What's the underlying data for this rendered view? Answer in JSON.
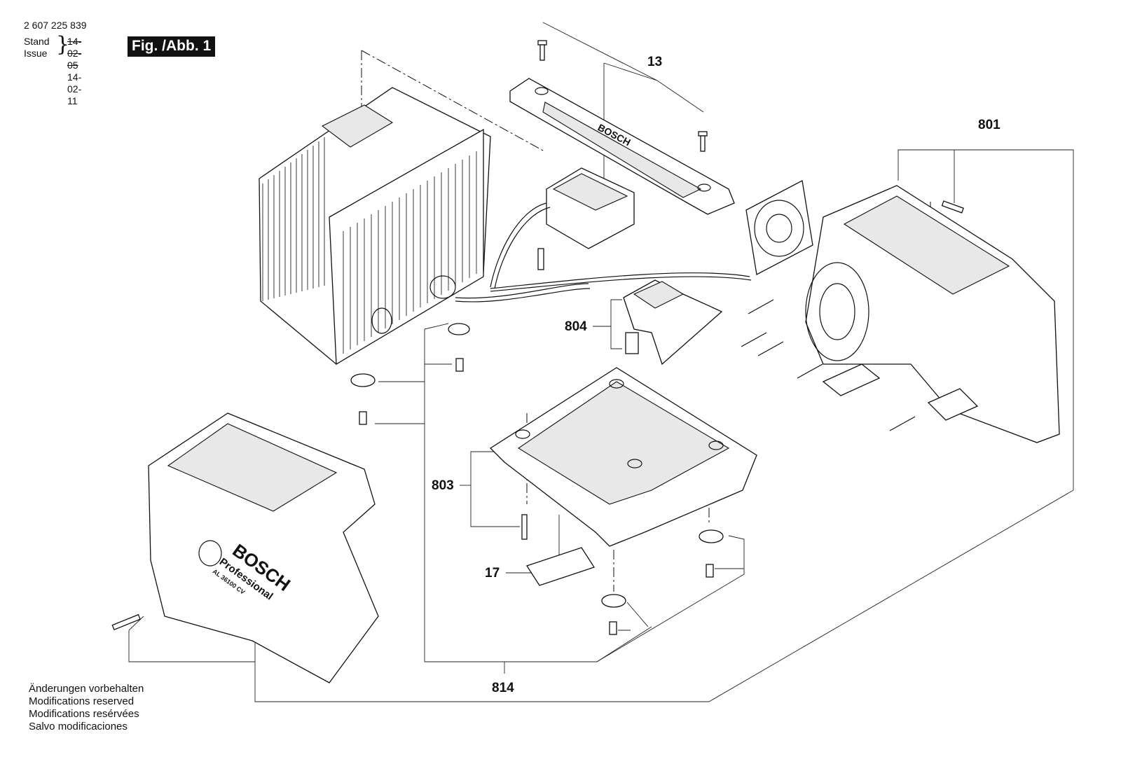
{
  "header": {
    "document_number": "2 607 225 839",
    "stand_label": "Stand",
    "issue_label": "Issue",
    "stand_date": "14-02-05",
    "issue_date": "14-02-11",
    "figure_label": "Fig. /Abb. 1"
  },
  "part_labels": {
    "p13": "13",
    "p801": "801",
    "p804": "804",
    "p803": "803",
    "p17": "17",
    "p814": "814"
  },
  "product_marking": {
    "brand": "BOSCH",
    "line": "Professional",
    "model": "AL 36100 CV"
  },
  "footer": {
    "line_de": "Änderungen vorbehalten",
    "line_en": "Modifications reserved",
    "line_fr": "Modifications resérvées",
    "line_es": "Salvo modificaciones"
  }
}
